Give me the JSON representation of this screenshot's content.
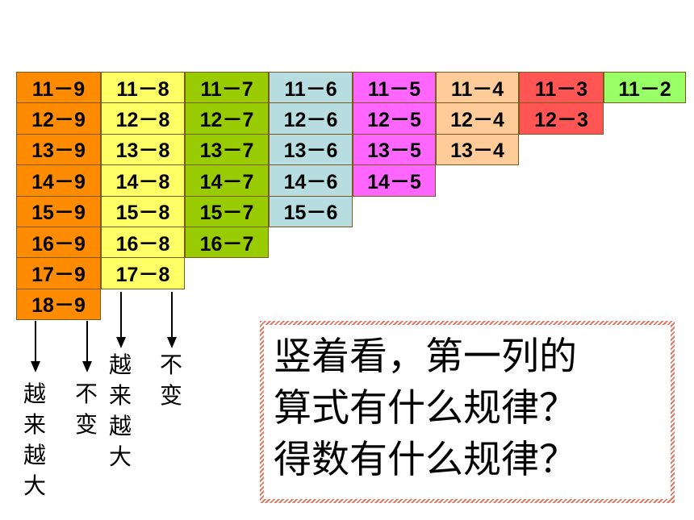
{
  "columns": [
    {
      "color": "#ff8c00",
      "rows": [
        "11－9",
        "12－9",
        "13－9",
        "14－9",
        "15－9",
        "16－9",
        "17－9",
        "18－9"
      ]
    },
    {
      "color": "#ffff66",
      "rows": [
        "11－8",
        "12－8",
        "13－8",
        "14－8",
        "15－8",
        "16－8",
        "17－8"
      ]
    },
    {
      "color": "#99cc00",
      "rows": [
        "11－7",
        "12－7",
        "13－7",
        "14－7",
        "15－7",
        "16－7"
      ]
    },
    {
      "color": "#b7dde0",
      "rows": [
        "11－6",
        "12－6",
        "13－6",
        "14－6",
        "15－6"
      ]
    },
    {
      "color": "#ff66ff",
      "rows": [
        "11－5",
        "12－5",
        "13－5",
        "14－5"
      ]
    },
    {
      "color": "#ffcc99",
      "rows": [
        "11－4",
        "12－4",
        "13－4"
      ]
    },
    {
      "color": "#ff5555",
      "rows": [
        "11－3",
        "12－3"
      ]
    },
    {
      "color": "#99ff66",
      "rows": [
        "11－2"
      ]
    }
  ],
  "annotations": {
    "col1_left": "越来越大",
    "col1_right": "不变",
    "col2_left": "越来越大",
    "col2_right": "不变"
  },
  "question": {
    "line1": "竖着看，第一列的",
    "line2": "算式有什么规律？",
    "line3": "得数有什么规律？"
  }
}
